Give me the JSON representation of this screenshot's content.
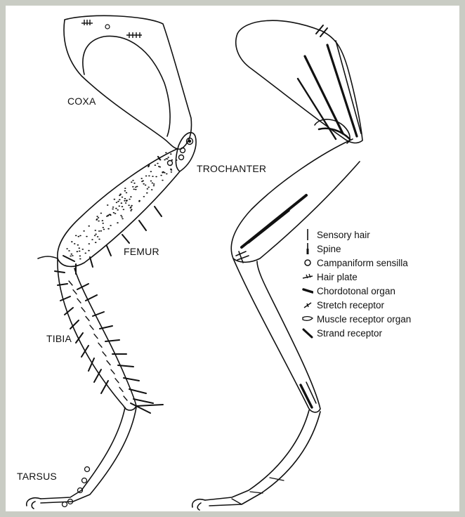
{
  "labels": {
    "coxa": "COXA",
    "trochanter": "TROCHANTER",
    "femur": "FEMUR",
    "tibia": "TIBIA",
    "tarsus": "TARSUS"
  },
  "legend": [
    {
      "icon": "sensory-hair-icon",
      "label": "Sensory hair"
    },
    {
      "icon": "spine-icon",
      "label": "Spine"
    },
    {
      "icon": "campaniform-sensilla-icon",
      "label": "Campaniform sensilla"
    },
    {
      "icon": "hair-plate-icon",
      "label": "Hair plate"
    },
    {
      "icon": "chordotonal-organ-icon",
      "label": "Chordotonal organ"
    },
    {
      "icon": "stretch-receptor-icon",
      "label": "Stretch receptor"
    },
    {
      "icon": "muscle-receptor-organ-icon",
      "label": "Muscle receptor organ"
    },
    {
      "icon": "strand-receptor-icon",
      "label": "Strand receptor"
    }
  ],
  "colors": {
    "ink": "#111111",
    "frame": "#c9ccc4",
    "paper": "#ffffff"
  }
}
